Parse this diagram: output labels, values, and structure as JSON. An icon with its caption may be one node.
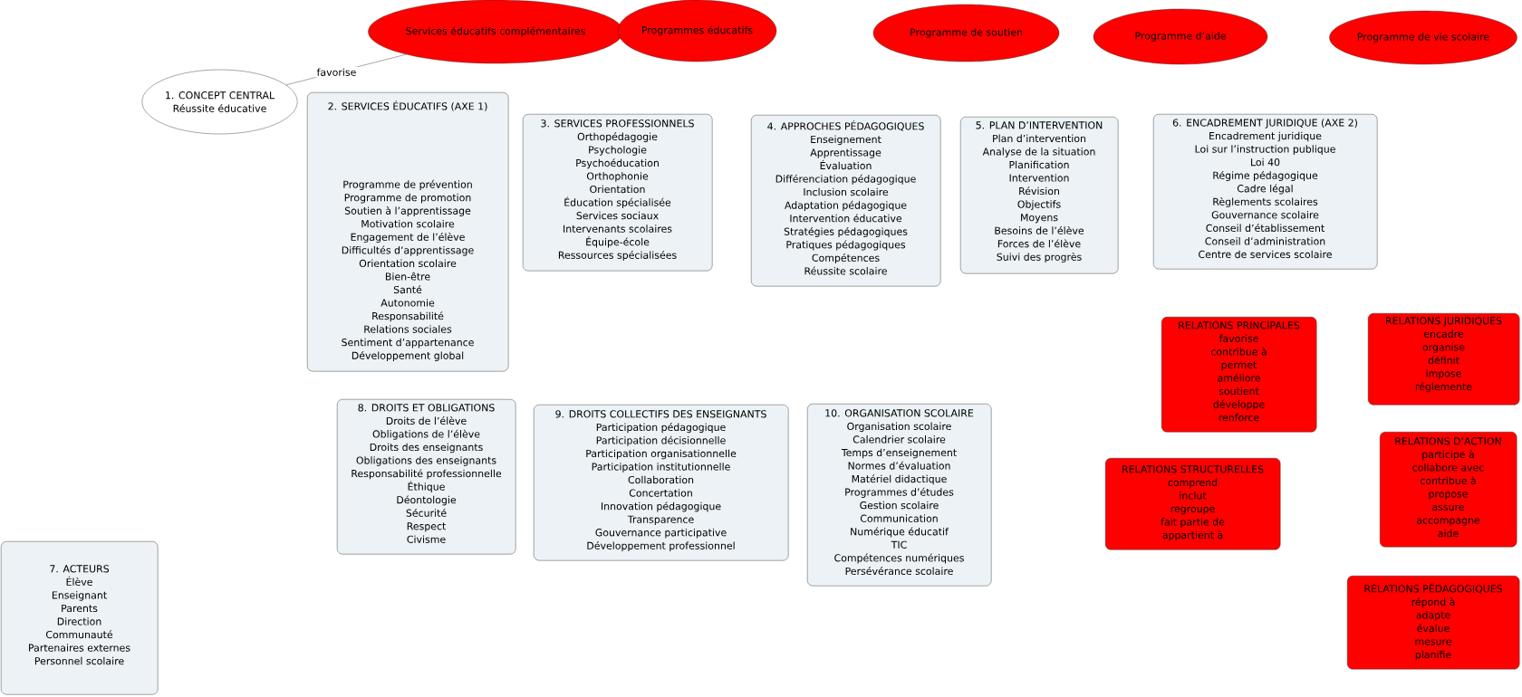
{
  "diagram": {
    "nodes": [
      {
        "text": [
          "Services éducatifs complémentaires"
        ]
      },
      {
        "text": [
          "Programmes éducatifs"
        ]
      },
      {
        "text": [
          "Programme de soutien"
        ]
      },
      {
        "text": [
          "Programme d’aide"
        ]
      },
      {
        "text": [
          "Programme de vie scolaire"
        ]
      },
      {
        "text": [
          "1. CONCEPT CENTRAL",
          "Réussite éducative"
        ]
      },
      {
        "text": [
          "2. SERVICES ÉDUCATIFS (AXE 1)",
          "Programme de prévention",
          "Programme de promotion",
          "Soutien à l’apprentissage",
          "Motivation scolaire",
          "Engagement de l’élève",
          "Difficultés d’apprentissage",
          "Orientation scolaire",
          "Bien-être",
          "Santé",
          "Autonomie",
          "Responsabilité",
          "Relations sociales",
          "Sentiment d’appartenance",
          "Développement global"
        ]
      },
      {
        "text": [
          "3. SERVICES PROFESSIONNELS",
          "Orthopédagogie",
          "Psychologie",
          "Psychoéducation",
          "Orthophonie",
          "Orientation",
          "Éducation spécialisée",
          "Services sociaux",
          "Intervenants scolaires",
          "Équipe-école",
          "Ressources spécialisées"
        ]
      },
      {
        "text": [
          "4. APPROCHES PÉDAGOGIQUES",
          "Enseignement",
          "Apprentissage",
          "Évaluation",
          "Différenciation pédagogique",
          "Inclusion scolaire",
          "Adaptation pédagogique",
          "Intervention éducative",
          "Stratégies pédagogiques",
          "Pratiques pédagogiques",
          "Compétences",
          "Réussite scolaire"
        ]
      },
      {
        "text": [
          "5. PLAN D’INTERVENTION",
          "Plan d’intervention",
          "Analyse de la situation",
          "Planification",
          "Intervention",
          "Révision",
          "Objectifs",
          "Moyens",
          "Besoins de l’élève",
          "Forces de l’élève",
          "Suivi des progrès"
        ]
      },
      {
        "text": [
          "6. ENCADREMENT JURIDIQUE (AXE 2)",
          "Encadrement juridique",
          "Loi sur l’instruction publique",
          "Loi 40",
          "Régime pédagogique",
          "Cadre légal",
          "Règlements scolaires",
          "Gouvernance scolaire",
          "Conseil d’établissement",
          "Conseil d’administration",
          "Centre de services scolaire"
        ]
      },
      {
        "text": [
          "RELATIONS PRINCIPALES",
          "favorise",
          "contribue à",
          "permet",
          "améliore",
          "soutient",
          "développe",
          "renforce"
        ]
      },
      {
        "text": [
          "RELATIONS JURIDIQUES",
          "encadre",
          "organise",
          "définit",
          "impose",
          "réglemente"
        ]
      },
      {
        "text": [
          "RELATIONS STRUCTURELLES",
          "comprend",
          "inclut",
          "regroupe",
          "fait partie de",
          "appartient à"
        ]
      },
      {
        "text": [
          "RELATIONS D’ACTION",
          "participe à",
          "collabore avec",
          "contribue à",
          "propose",
          "assure",
          "accompagne",
          "aide"
        ]
      },
      {
        "text": [
          "8. DROITS ET OBLIGATIONS",
          "Droits de l’élève",
          "Obligations de l’élève",
          "Droits des enseignants",
          "Obligations des enseignants",
          "Responsabilité professionnelle",
          "Éthique",
          "Déontologie",
          "Sécurité",
          "Respect",
          "Civisme"
        ]
      },
      {
        "text": [
          "9. DROITS COLLECTIFS DES ENSEIGNANTS",
          "Participation pédagogique",
          "Participation décisionnelle",
          "Participation organisationnelle",
          "Participation institutionnelle",
          "Collaboration",
          "Concertation",
          "Innovation pédagogique",
          "Transparence",
          "Gouvernance participative",
          "Développement professionnel"
        ]
      },
      {
        "text": [
          "10. ORGANISATION SCOLAIRE",
          "Organisation scolaire",
          "Calendrier scolaire",
          "Temps d’enseignement",
          "Normes d’évaluation",
          "Matériel didactique",
          "Programmes d’études",
          "Gestion scolaire",
          "Communication",
          "Numérique éducatif",
          "TIC",
          "Compétences numériques",
          "Persévérance scolaire"
        ]
      },
      {
        "text": [
          "RELATIONS PÉDAGOGIQUES",
          "répond à",
          "adapte",
          "évalue",
          "mesure",
          "planifie"
        ]
      },
      {
        "text": [
          "7. ACTEURS",
          "Élève",
          "Enseignant",
          "Parents",
          "Direction",
          "Communauté",
          "Partenaires externes",
          "Personnel scolaire"
        ]
      }
    ],
    "edges": [
      {
        "from": 5,
        "to": 0,
        "label": "favorise",
        "arrow": "none"
      }
    ]
  }
}
